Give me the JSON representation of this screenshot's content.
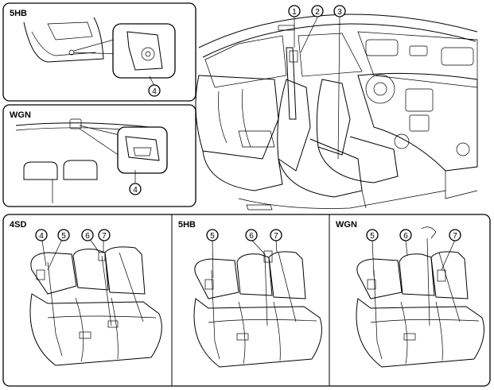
{
  "panels": {
    "top_left_1": "5HB",
    "top_left_2": "WGN",
    "bottom_1": "4SD",
    "bottom_2": "5HB",
    "bottom_3": "WGN"
  },
  "callouts": {
    "c1": "1",
    "c2": "2",
    "c3": "3",
    "c4_5hb": "4",
    "c4_wgn": "4",
    "c4_4sd": "4",
    "c5_4sd": "5",
    "c6_4sd": "6",
    "c7_4sd": "7",
    "c5_5hb": "5",
    "c6_5hb": "6",
    "c7_5hb": "7",
    "c5_wgn": "5",
    "c6_wgn": "6",
    "c7_wgn": "7"
  }
}
